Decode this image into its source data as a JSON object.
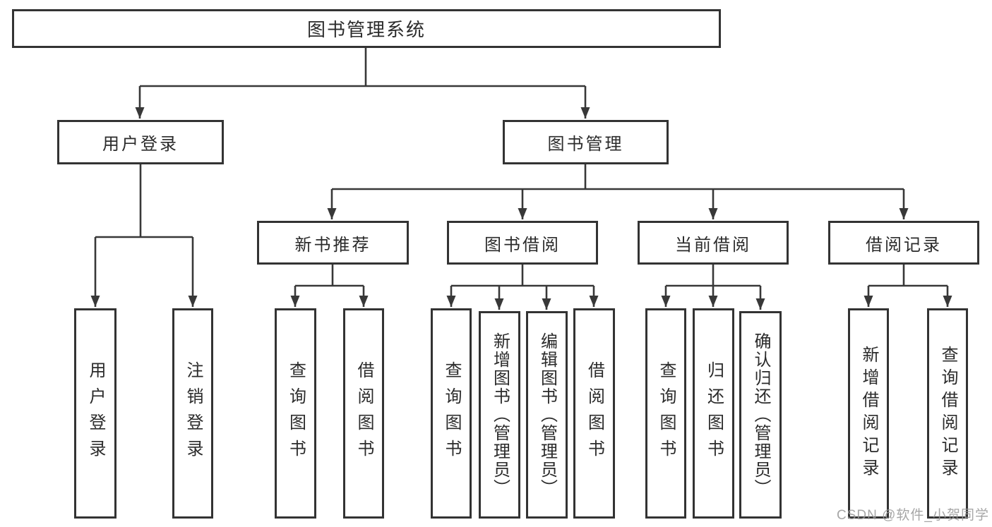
{
  "diagram": {
    "tree": {
      "label": "图书管理系统",
      "children": [
        {
          "label": "用户登录",
          "children": [
            {
              "label": "用户登录"
            },
            {
              "label": "注销登录"
            }
          ]
        },
        {
          "label": "图书管理",
          "children": [
            {
              "label": "新书推荐",
              "children": [
                {
                  "label": "查询图书"
                },
                {
                  "label": "借阅图书"
                }
              ]
            },
            {
              "label": "图书借阅",
              "children": [
                {
                  "label": "查询图书"
                },
                {
                  "label": "新增图书（管理员）"
                },
                {
                  "label": "编辑图书（管理员）"
                },
                {
                  "label": "借阅图书"
                }
              ]
            },
            {
              "label": "当前借阅",
              "children": [
                {
                  "label": "查询图书"
                },
                {
                  "label": "归还图书"
                },
                {
                  "label": "确认归还（管理员）"
                }
              ]
            },
            {
              "label": "借阅记录",
              "children": [
                {
                  "label": "新增借阅记录"
                },
                {
                  "label": "查询借阅记录"
                }
              ]
            }
          ]
        }
      ]
    },
    "watermark": "CSDN @软件_小贺同学",
    "colors": {
      "line": "#383838",
      "box_border": "#333333",
      "box_fill": "#ffffff",
      "text": "#2b2b2b",
      "watermark": "#9a9a9a"
    }
  }
}
